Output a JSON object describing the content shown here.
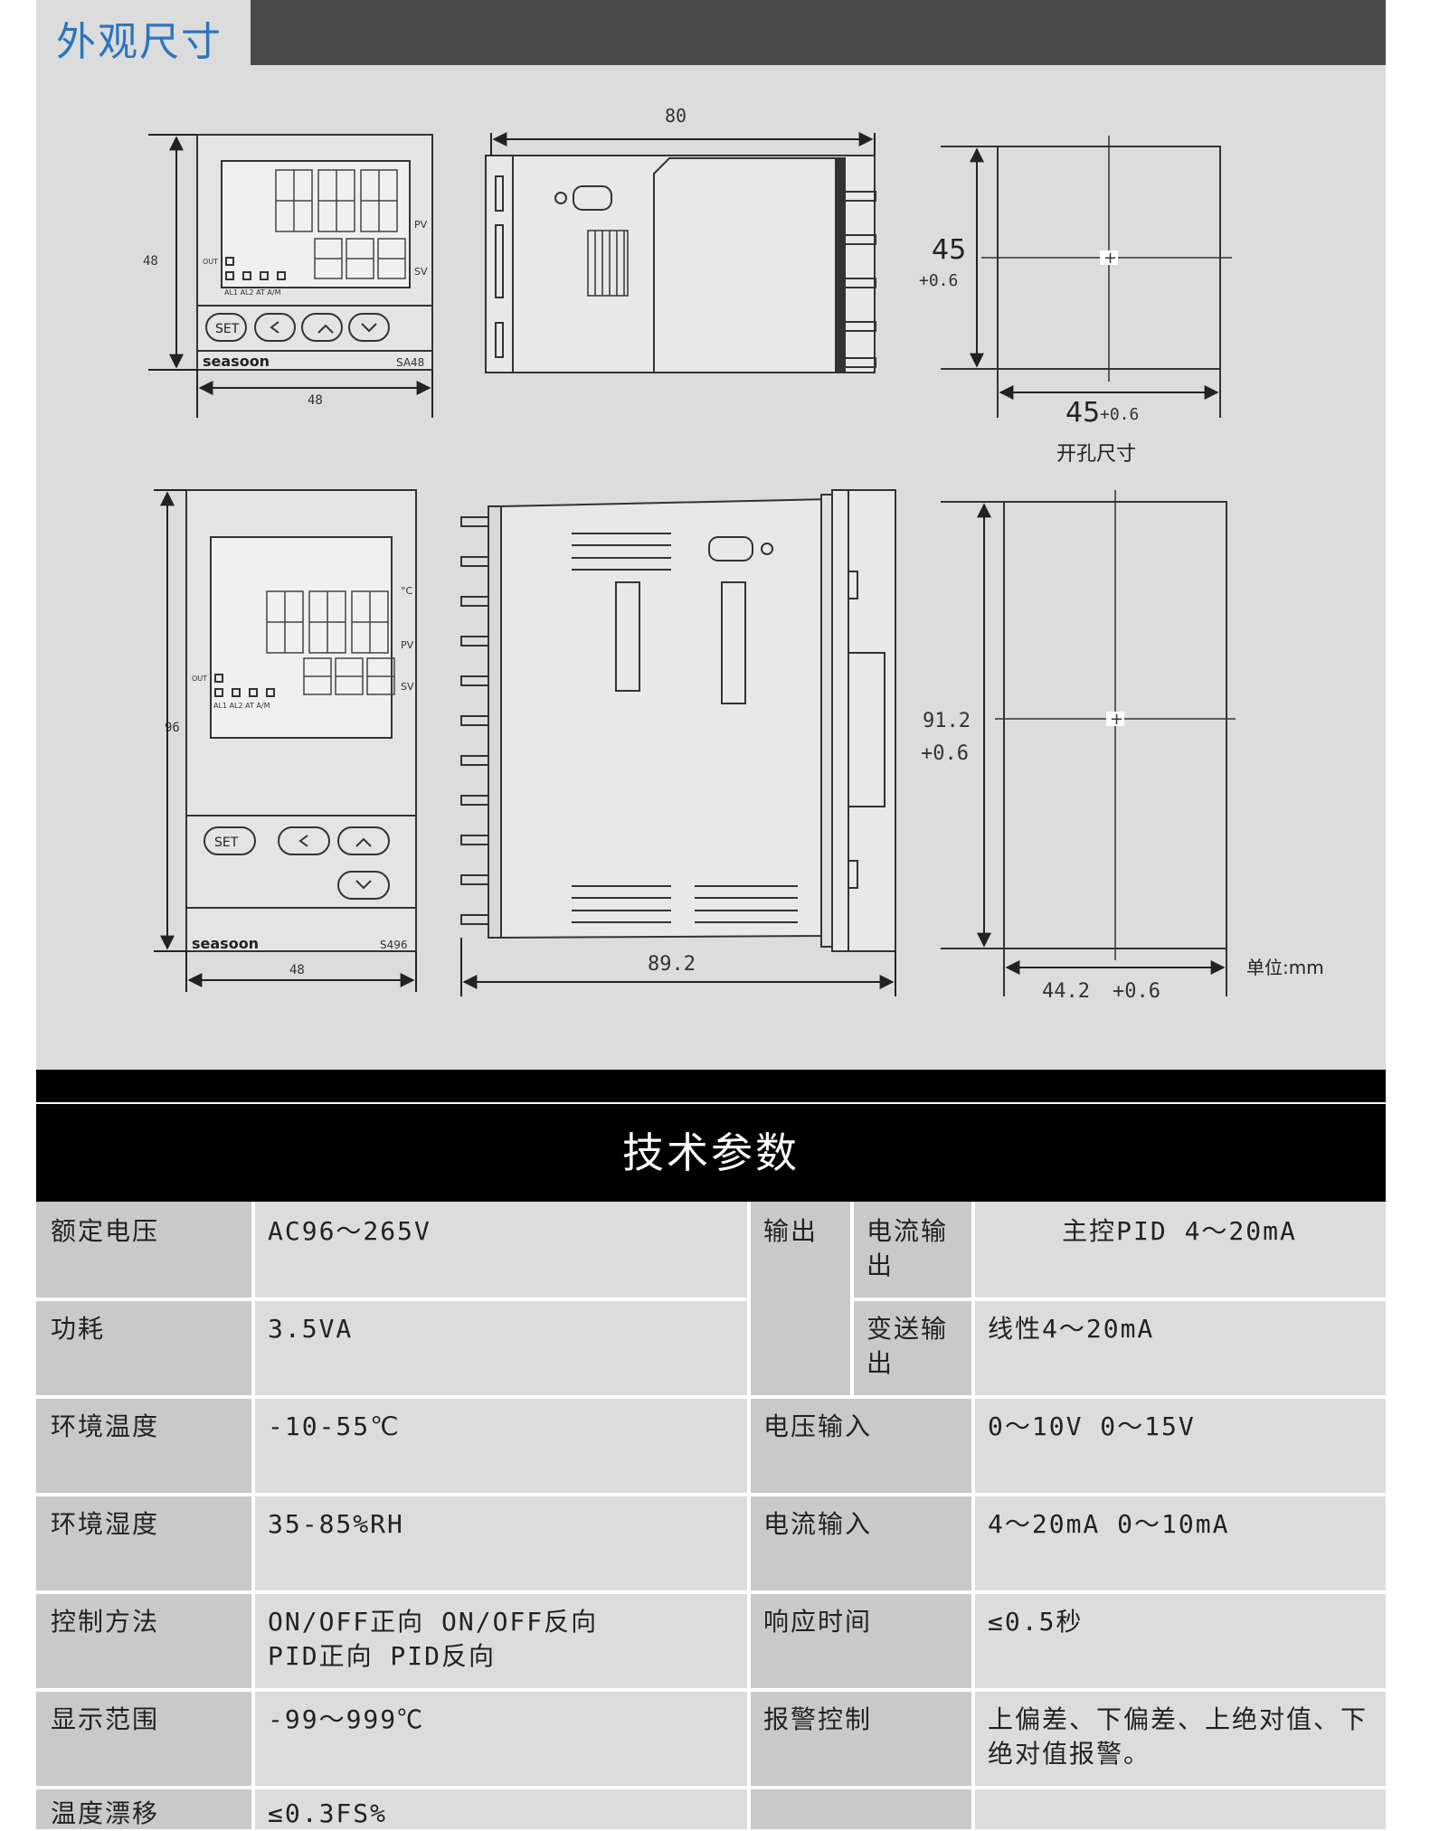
{
  "section_title": "外观尺寸",
  "drawing": {
    "small_front": {
      "height": "48",
      "width": "48",
      "brand": "seasoon",
      "model": "SA48",
      "pv": "PV",
      "sv": "SV",
      "out": "OUT",
      "indicators": "AL1 AL2  AT  A/M",
      "set": "SET"
    },
    "small_side": {
      "width": "80"
    },
    "small_cutout": {
      "height": "45",
      "height_tol": "+0.6",
      "width": "45",
      "width_tol": "+0.6",
      "caption": "开孔尺寸"
    },
    "large_front": {
      "height": "96",
      "width": "48",
      "brand": "seasoon",
      "model": "S496",
      "pv": "PV",
      "sv": "SV",
      "out": "OUT",
      "deg": "°C",
      "indicators": "AL1 AL2  AT  A/M",
      "set": "SET"
    },
    "large_side": {
      "width": "89.2"
    },
    "large_cutout": {
      "height": "91.2",
      "height_tol": "+0.6",
      "width": "44.2",
      "width_tol": "+0.6"
    },
    "unit": "单位:mm"
  },
  "tech_title": "技术参数",
  "params": {
    "r1": {
      "label": "额定电压",
      "value": "AC96～265V"
    },
    "r2": {
      "label": "功耗",
      "value": "3.5VA"
    },
    "r3": {
      "label": "环境温度",
      "value": "-10-55℃"
    },
    "r4": {
      "label": "环境湿度",
      "value": "35-85%RH"
    },
    "r5": {
      "label": "控制方法",
      "value_line1": "ON/OFF正向 ON/OFF反向",
      "value_line2": "PID正向 PID反向"
    },
    "r6": {
      "label": "显示范围",
      "value": "-99～999℃"
    },
    "r7": {
      "label": "温度漂移",
      "value": "≤0.3FS%"
    },
    "output": {
      "label": "输出",
      "current_out_label": "电流输出",
      "current_out_value": "主控PID 4～20mA",
      "transmit_label": "变送输出",
      "transmit_value": "线性4～20mA"
    },
    "voltage_in": {
      "label": "电压输入",
      "value": "0～10V 0～15V"
    },
    "current_in": {
      "label": "电流输入",
      "value": "4～20mA  0～10mA"
    },
    "response": {
      "label": "响应时间",
      "value": "≤0.5秒"
    },
    "alarm": {
      "label": "报警控制",
      "value": "上偏差、下偏差、上绝对值、下绝对值报警。"
    }
  }
}
